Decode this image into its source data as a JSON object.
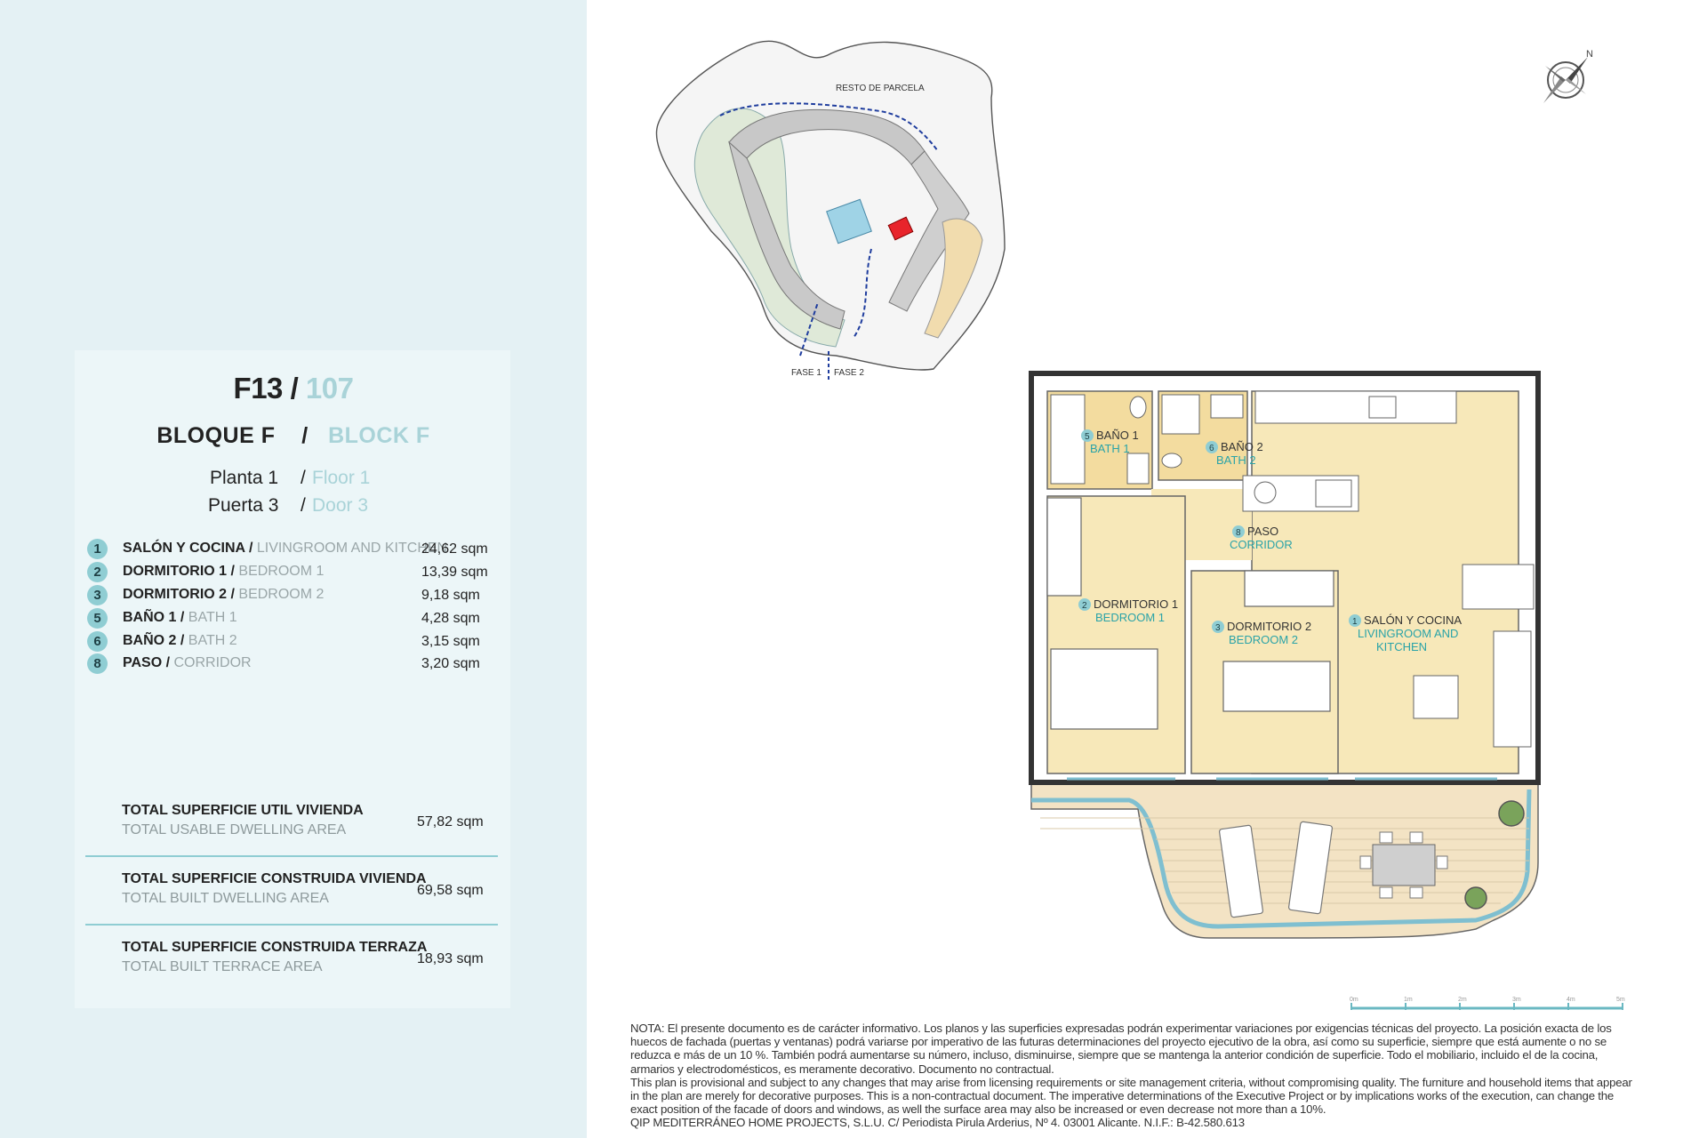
{
  "unit": {
    "code": "F13 /",
    "code_alt": "107"
  },
  "block": {
    "label": "BLOQUE F",
    "sep": "/",
    "label_alt": "BLOCK F"
  },
  "floor": {
    "label": "Planta 1",
    "sep": "/",
    "label_alt": "Floor 1"
  },
  "door": {
    "label": "Puerta 3",
    "sep": "/",
    "label_alt": "Door 3"
  },
  "rooms": [
    {
      "num": "1",
      "name": "SALÓN Y COCINA /",
      "name_alt": "LIVINGROOM AND KITCHEN",
      "area": "24,62 sqm"
    },
    {
      "num": "2",
      "name": "DORMITORIO 1 /",
      "name_alt": "BEDROOM 1",
      "area": "13,39 sqm"
    },
    {
      "num": "3",
      "name": "DORMITORIO 2 /",
      "name_alt": "BEDROOM 2",
      "area": "9,18 sqm"
    },
    {
      "num": "5",
      "name": "BAÑO 1 /",
      "name_alt": "BATH 1",
      "area": "4,28 sqm"
    },
    {
      "num": "6",
      "name": "BAÑO 2 /",
      "name_alt": "BATH 2",
      "area": "3,15 sqm"
    },
    {
      "num": "8",
      "name": "PASO /",
      "name_alt": "CORRIDOR",
      "area": "3,20 sqm"
    }
  ],
  "totals": [
    {
      "label": "TOTAL SUPERFICIE UTIL VIVIENDA",
      "label_alt": "TOTAL USABLE DWELLING AREA",
      "value": "57,82   sqm"
    },
    {
      "label": "TOTAL SUPERFICIE CONSTRUIDA VIVIENDA",
      "label_alt": "TOTAL BUILT DWELLING AREA",
      "value": "69,58   sqm"
    },
    {
      "label": "TOTAL SUPERFICIE CONSTRUIDA TERRAZA",
      "label_alt": "TOTAL BUILT TERRACE AREA",
      "value": "18,93   sqm"
    }
  ],
  "site_plan": {
    "resto": "RESTO DE PARCELA",
    "fase1": "FASE 1",
    "fase2": "FASE 2",
    "highlight_color": "#e8242b"
  },
  "plan_labels": {
    "bath1_num": "5",
    "bath1": "BAÑO 1",
    "bath1_alt": "BATH 1",
    "bath2_num": "6",
    "bath2": "BAÑO 2",
    "bath2_alt": "BATH 2",
    "corr_num": "8",
    "corr": "PASO",
    "corr_alt": "CORRIDOR",
    "bed1_num": "2",
    "bed1": "DORMITORIO 1",
    "bed1_alt": "BEDROOM 1",
    "bed2_num": "3",
    "bed2": "DORMITORIO 2",
    "bed2_alt": "BEDROOM 2",
    "living_num": "1",
    "living": "SALÓN Y COCINA",
    "living_alt1": "LIVINGROOM AND",
    "living_alt2": "KITCHEN"
  },
  "scale": [
    "0m",
    "1m",
    "2m",
    "3m",
    "4m",
    "5m"
  ],
  "note": {
    "es": "NOTA: El presente documento es de carácter informativo. Los planos y las superficies expresadas podrán experimentar variaciones por exigencias técnicas del proyecto. La posición exacta de los huecos de fachada (puertas y ventanas) podrá variarse por imperativo de las futuras determinaciones del proyecto ejecutivo de la obra, así como su superficie, siempre que está aumente o no se reduzca e más de un 10 %. También podrá aumentarse su número, incluso, disminuirse, siempre que se mantenga la anterior condición de superficie. Todo el mobiliario, incluido el de la cocina, armarios y electrodomésticos, es meramente decorativo. Documento no contractual.",
    "en": "This plan is provisional and subject to any changes that may arise from licensing requirements or site management criteria, without compromising quality. The furniture and household items that appear in the plan are merely for decorative purposes. This is a non-contractual document. The imperative determinations of the Executive Project or by implications works of the execution, can change the exact position of the facade of doors and windows, as well the surface area may also be increased or even decrease not more than a 10%.",
    "company": "QIP MEDITERRÁNEO HOME PROJECTS, S.L.U. C/ Periodista Pirula Arderius, Nº 4. 03001 Alicante. N.I.F.: B-42.580.613"
  },
  "colors": {
    "accent": "#8fcdd3",
    "room_fill": "#f7e8b9",
    "bath_fill": "#f3dc9f",
    "terrace_fill": "#f3e3c4",
    "sidebar_bg": "#e4f1f4"
  }
}
